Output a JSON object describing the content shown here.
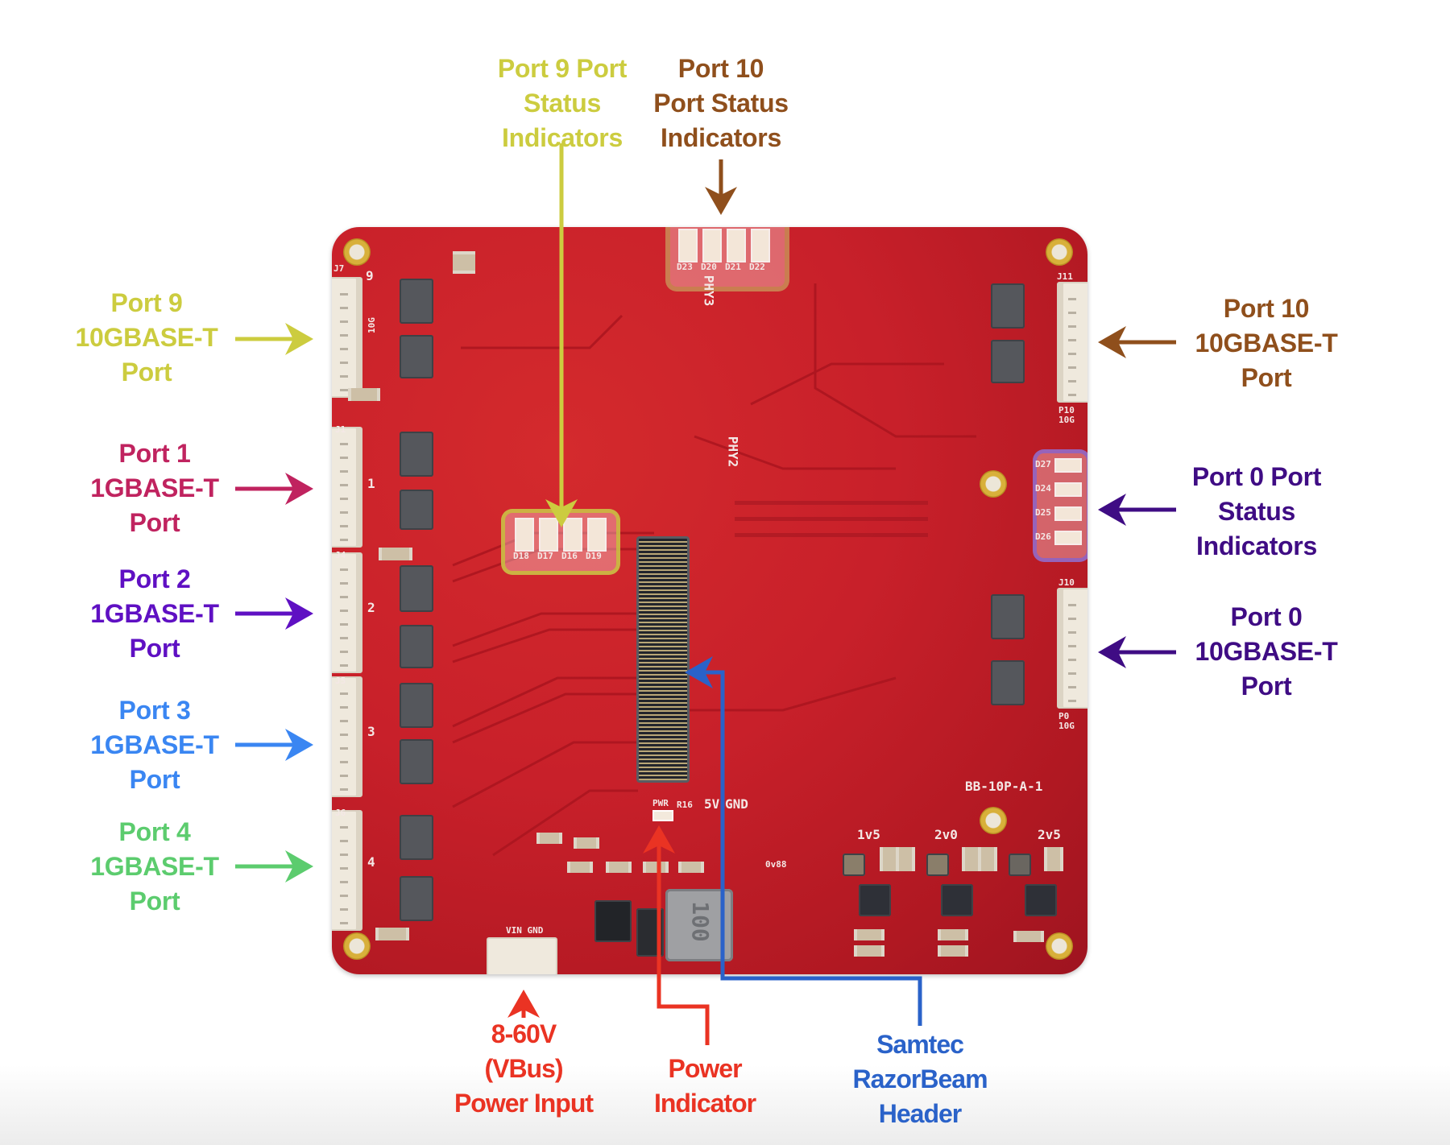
{
  "colors": {
    "port9": "#cccc3f",
    "port10": "#8f4f1c",
    "port1": "#c0235f",
    "port2": "#5f10c3",
    "port3": "#3a86f2",
    "port4": "#5ccc6e",
    "port0": "#3f0c84",
    "power": "#ea3323",
    "samtec": "#2a62c9",
    "board": "#c8202a"
  },
  "callouts": {
    "port9_status": [
      "Port 9 Port",
      "Status",
      "Indicators"
    ],
    "port10_status": [
      "Port 10",
      "Port Status",
      "Indicators"
    ],
    "port9_port": [
      "Port 9",
      "10GBASE-T",
      "Port"
    ],
    "port1_port": [
      "Port 1",
      "1GBASE-T",
      "Port"
    ],
    "port2_port": [
      "Port 2",
      "1GBASE-T",
      "Port"
    ],
    "port3_port": [
      "Port 3",
      "1GBASE-T",
      "Port"
    ],
    "port4_port": [
      "Port 4",
      "1GBASE-T",
      "Port"
    ],
    "port10_port": [
      "Port 10",
      "10GBASE-T",
      "Port"
    ],
    "port0_status": [
      "Port 0 Port",
      "Status",
      "Indicators"
    ],
    "port0_port": [
      "Port 0",
      "10GBASE-T",
      "Port"
    ],
    "power_input": [
      "8-60V",
      "(VBus)",
      "Power Input"
    ],
    "power_indicator": [
      "Power",
      "Indicator"
    ],
    "samtec_header": [
      "Samtec",
      "RazorBeam",
      "Header"
    ]
  },
  "board": {
    "model": "BB-10P-A-1",
    "silkscreen": {
      "j7": "J7",
      "j7_num": "9",
      "j7_speed": "10G",
      "j1": "J1",
      "j1_num": "1",
      "j4": "J4",
      "j4_num": "2",
      "j5": "J5",
      "j5_num": "3",
      "j6": "J6",
      "j6_num": "4",
      "j11": "J11",
      "p10": "P10",
      "p10_speed": "10G",
      "j10": "J10",
      "p0": "P0",
      "p0_speed": "10G",
      "phy2": "PHY2",
      "phy3": "PHY3",
      "vin_gnd": "VIN GND",
      "pwr": "PWR",
      "r16": "R16",
      "v5": "5V",
      "gnd": "GND",
      "v1v5": "1v5",
      "v2v0": "2v0",
      "v2v5": "2v5",
      "v0v8": "0v88",
      "inductor": "100"
    },
    "led_groups": {
      "port10": [
        "D23",
        "D20",
        "D21",
        "D22"
      ],
      "port9": [
        "D18",
        "D17",
        "D16",
        "D19"
      ],
      "port0": [
        "D27",
        "D24",
        "D25",
        "D26"
      ]
    }
  }
}
